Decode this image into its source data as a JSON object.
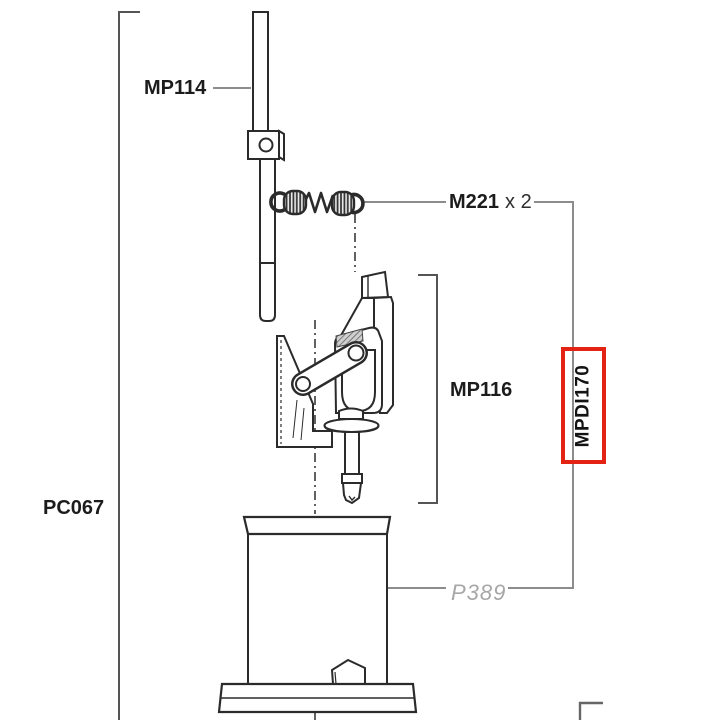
{
  "figure": {
    "kind": "exploded-parts-diagram",
    "background": "#ffffff",
    "line_color": "#2b2b2b",
    "leader_color": "#8c8c8c",
    "bracket_color": "#555555",
    "centerline_color": "#3a3a3a",
    "muted_label_color": "#a7a7a7",
    "highlight_color": "#e32313"
  },
  "parts": [
    {
      "code": "PC067",
      "highlighted": false
    },
    {
      "code": "MP114",
      "highlighted": false
    },
    {
      "code": "M221",
      "quantity": "x 2",
      "highlighted": false
    },
    {
      "code": "MP116",
      "highlighted": false
    },
    {
      "code": "P389",
      "highlighted": false,
      "muted": true
    },
    {
      "code": "MPDI170",
      "highlighted": true
    }
  ]
}
